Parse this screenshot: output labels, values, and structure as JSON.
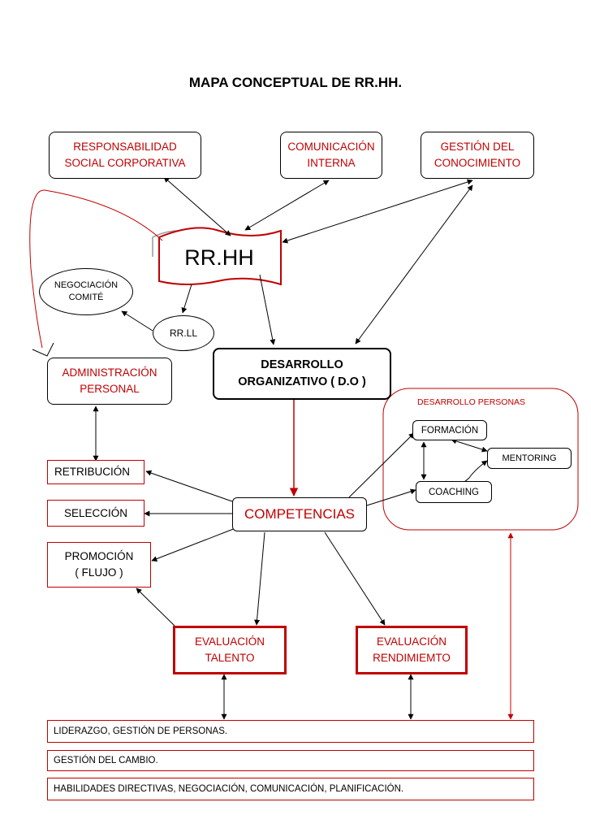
{
  "title": "MAPA CONCEPTUAL DE RR.HH.",
  "nodes": {
    "responsabilidad": "RESPONSABILIDAD\nSOCIAL CORPORATIVA",
    "comunicacion": "COMUNICACIÓN\nINTERNA",
    "gestion_conocimiento": "GESTIÓN DEL\nCONOCIMIENTO",
    "rrhh": "RR.HH",
    "negociacion": "NEGOCIACIÓN\nCOMITÉ",
    "rrll": "RR.LL",
    "administracion": "ADMINISTRACIÓN\nPERSONAL",
    "desarrollo_organizativo": "DESARROLLO\nORGANIZATIVO ( D.O )",
    "desarrollo_personas": "DESARROLLO PERSONAS",
    "formacion": "FORMACIÓN",
    "mentoring": "MENTORING",
    "coaching": "COACHING",
    "retribucion": "RETRIBUCIÓN",
    "seleccion": "SELECCIÓN",
    "competencias": "COMPETENCIAS",
    "promocion": "PROMOCIÓN\n( FLUJO )",
    "evaluacion_talento": "EVALUACIÓN\nTALENTO",
    "evaluacion_rendimiento": "EVALUACIÓN\nRENDIMIEMTO"
  },
  "bars": [
    "LIDERAZGO, GESTIÓN DE PERSONAS.",
    "GESTIÓN DEL CAMBIO.",
    "HABILIDADES DIRECTIVAS, NEGOCIACIÓN, COMUNICACIÓN, PLANIFICACIÓN."
  ],
  "colors": {
    "accent": "#c00000",
    "line": "#000000"
  }
}
